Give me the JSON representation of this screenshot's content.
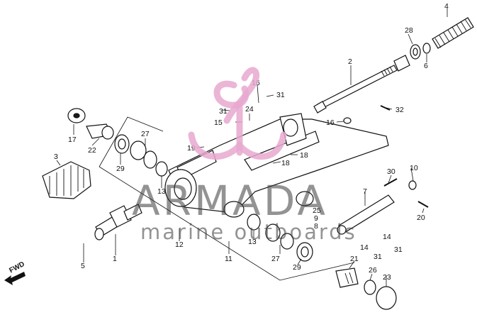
{
  "watermark": {
    "brand": "ARMADA",
    "tagline": "marine outboards",
    "accent_color": "#e8a8cf",
    "text_color": "#3a3a3a"
  },
  "fwd_label": "FWD",
  "parts": [
    {
      "id": "p1",
      "label": "1"
    },
    {
      "id": "p2",
      "label": "2"
    },
    {
      "id": "p3",
      "label": "3"
    },
    {
      "id": "p4",
      "label": "4"
    },
    {
      "id": "p5",
      "label": "5"
    },
    {
      "id": "p6",
      "label": "6"
    },
    {
      "id": "p7",
      "label": "7"
    },
    {
      "id": "p8",
      "label": "8"
    },
    {
      "id": "p9",
      "label": "9"
    },
    {
      "id": "p10",
      "label": "10"
    },
    {
      "id": "p11",
      "label": "11"
    },
    {
      "id": "p12",
      "label": "12"
    },
    {
      "id": "p13a",
      "label": "13"
    },
    {
      "id": "p13b",
      "label": "13"
    },
    {
      "id": "p14a",
      "label": "14"
    },
    {
      "id": "p14b",
      "label": "14"
    },
    {
      "id": "p15",
      "label": "15"
    },
    {
      "id": "p16a",
      "label": "16"
    },
    {
      "id": "p16b",
      "label": "16"
    },
    {
      "id": "p17",
      "label": "17"
    },
    {
      "id": "p18a",
      "label": "18"
    },
    {
      "id": "p18b",
      "label": "18"
    },
    {
      "id": "p19",
      "label": "19"
    },
    {
      "id": "p20",
      "label": "20"
    },
    {
      "id": "p21",
      "label": "21"
    },
    {
      "id": "p22",
      "label": "22"
    },
    {
      "id": "p23",
      "label": "23"
    },
    {
      "id": "p24",
      "label": "24"
    },
    {
      "id": "p25",
      "label": "25"
    },
    {
      "id": "p26",
      "label": "26"
    },
    {
      "id": "p27a",
      "label": "27"
    },
    {
      "id": "p27b",
      "label": "27"
    },
    {
      "id": "p28",
      "label": "28"
    },
    {
      "id": "p29a",
      "label": "29"
    },
    {
      "id": "p29b",
      "label": "29"
    },
    {
      "id": "p30",
      "label": "30"
    },
    {
      "id": "p31a",
      "label": "31"
    },
    {
      "id": "p31b",
      "label": "31"
    },
    {
      "id": "p31c",
      "label": "31"
    },
    {
      "id": "p31d",
      "label": "31"
    },
    {
      "id": "p32",
      "label": "32"
    }
  ]
}
